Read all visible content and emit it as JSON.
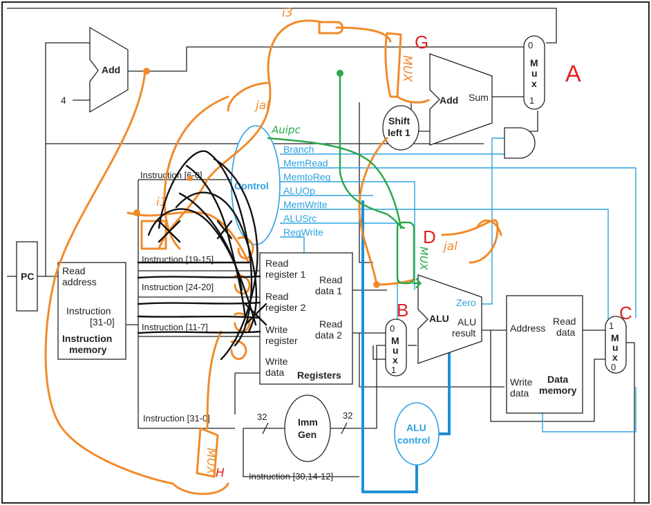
{
  "pc": {
    "label": "PC"
  },
  "adder_top": {
    "label": "Add",
    "const": "4"
  },
  "adder_branch": {
    "label": "Add",
    "sum": "Sum"
  },
  "shift": {
    "line1": "Shift",
    "line2": "left 1"
  },
  "control": {
    "label": "Control",
    "signals": [
      "Branch",
      "MemRead",
      "MemtoReg",
      "ALUOp",
      "MemWrite",
      "ALUSrc",
      "RegWrite"
    ]
  },
  "instr_mem": {
    "read_address_1": "Read",
    "read_address_2": "address",
    "instruction_1": "Instruction",
    "instruction_2": "[31-0]",
    "title_1": "Instruction",
    "title_2": "memory"
  },
  "fields": {
    "f6_0": "Instruction [6-0]",
    "f19_15": "Instruction [19-15]",
    "f24_20": "Instruction [24-20]",
    "f11_7": "Instruction [11-7]",
    "f31_0": "Instruction [31-0]",
    "f30_14_12": "Instruction [30,14-12]"
  },
  "registers": {
    "rr1a": "Read",
    "rr1b": "register 1",
    "rr2a": "Read",
    "rr2b": "register 2",
    "wra": "Write",
    "wrb": "register",
    "wda": "Write",
    "wdb": "data",
    "rd1a": "Read",
    "rd1b": "data 1",
    "rd2a": "Read",
    "rd2b": "data 2",
    "title": "Registers"
  },
  "imm_gen": {
    "line1": "Imm",
    "line2": "Gen",
    "in_width": "32",
    "out_width": "32"
  },
  "alu": {
    "label": "ALU",
    "zero": "Zero",
    "result_1": "ALU",
    "result_2": "result"
  },
  "alu_control": {
    "line1": "ALU",
    "line2": "control"
  },
  "data_memory": {
    "address": "Address",
    "read_1": "Read",
    "read_2": "data",
    "write_1": "Write",
    "write_2": "data",
    "title_1": "Data",
    "title_2": "memory"
  },
  "mux_letters": [
    "M",
    "u",
    "x"
  ],
  "mux_pc": {
    "in0": "0",
    "in1": "1"
  },
  "mux_alu": {
    "in0": "0",
    "in1": "1"
  },
  "mux_wb": {
    "in1": "1",
    "in0": "0"
  },
  "annotations": {
    "A": "A",
    "B": "B",
    "C": "C",
    "D": "D",
    "G": "G",
    "H": "H",
    "i3": "i3",
    "jal_top": "jal",
    "jal_right": "jal",
    "auipc": "Auipc",
    "i1": "i1",
    "mux_g_text": "MUX",
    "mux_d_text": "MUX",
    "mux_h_text": "MUX"
  }
}
